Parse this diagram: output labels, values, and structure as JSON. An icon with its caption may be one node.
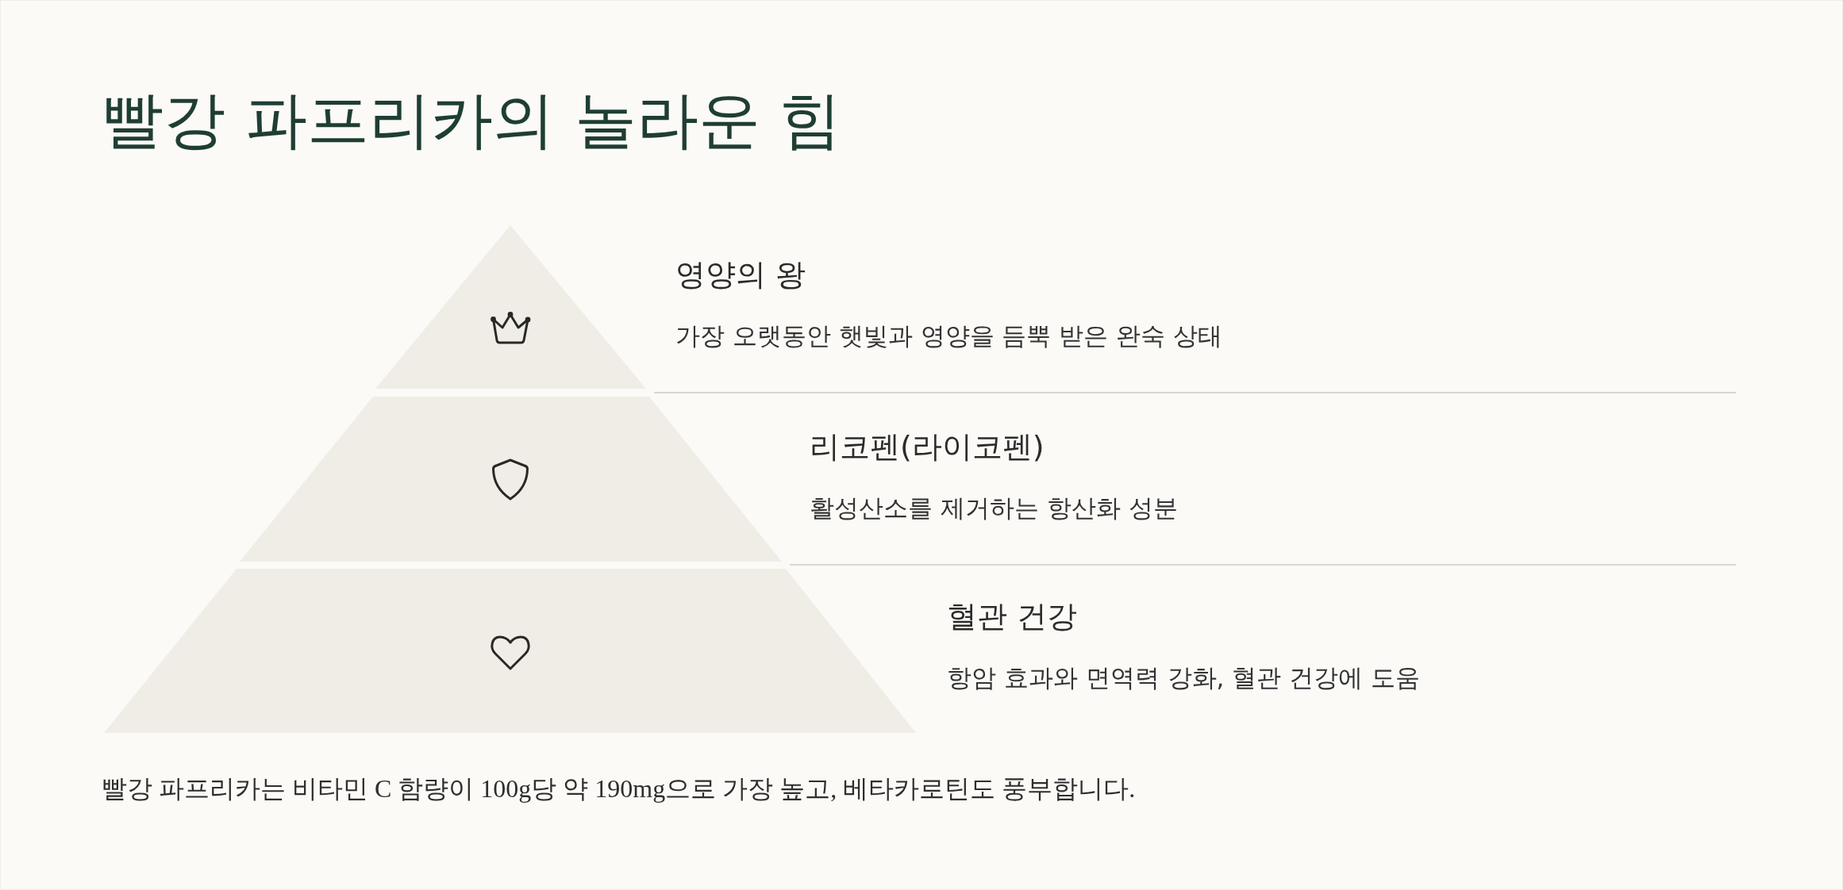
{
  "diagram": {
    "title": "빨강 파프리카의 놀라운 힘",
    "nodes": [
      {
        "text": [],
        "shape": "triangle",
        "beside": [
          "영양의 왕",
          "가장 오랫동안 햇빛과 영양을 듬뿍 받은 완숙 상태"
        ]
      },
      {
        "text": [],
        "shape": "trapezoid",
        "beside": [
          "리코펜(라이코펜)",
          "활성산소를 제거하는 항산화 성분"
        ]
      },
      {
        "text": [],
        "shape": "trapezoid",
        "beside": [
          "혈관 건강",
          "항암 효과와 면역력 강화, 혈관 건강에 도움"
        ]
      }
    ],
    "caption": "빨강 파프리카는 비타민 C 함량이 100g당 약 190mg으로 가장 높고, 베타카로틴도 풍부합니다."
  }
}
